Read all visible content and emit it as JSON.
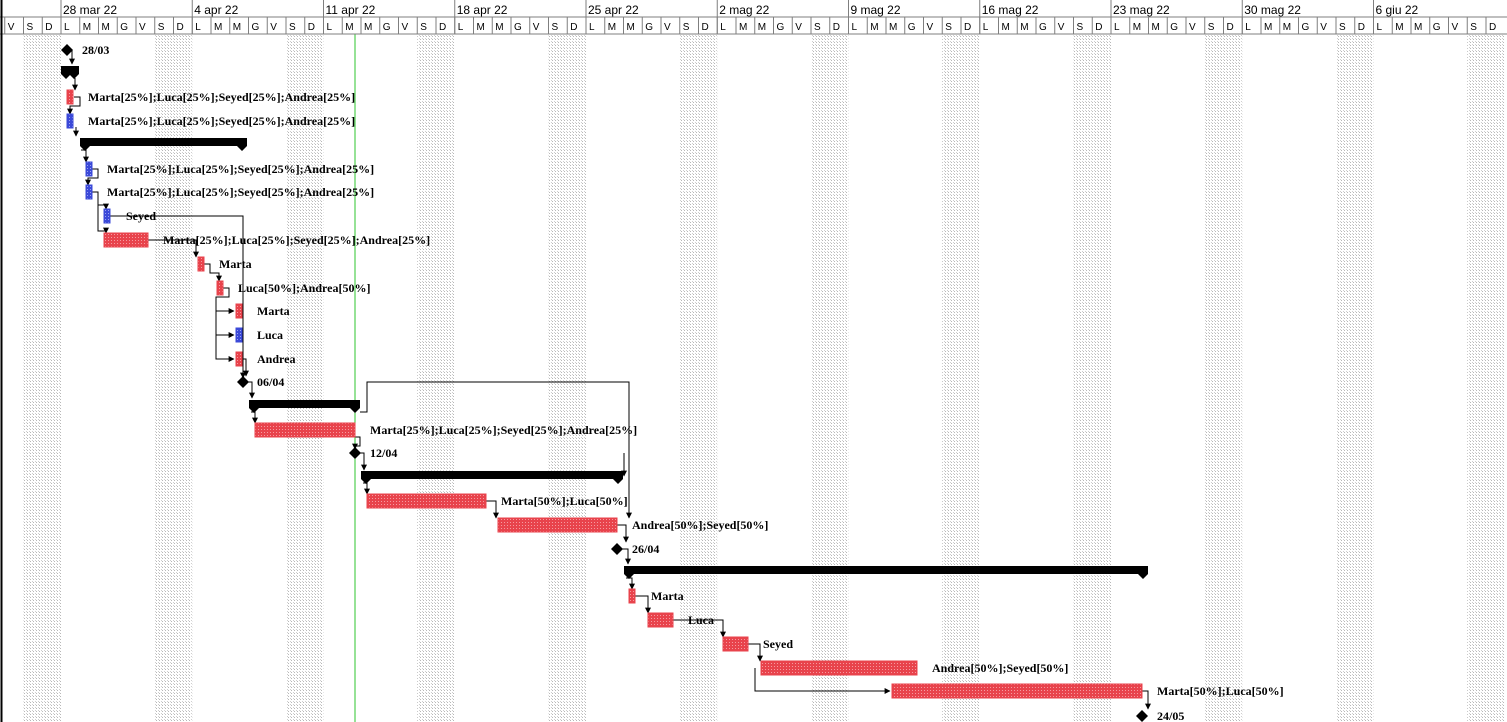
{
  "timescale": {
    "weeks": [
      "28 mar 22",
      "4 apr 22",
      "11 apr 22",
      "18 apr 22",
      "25 apr 22",
      "2 mag 22",
      "9 mag 22",
      "16 mag 22",
      "23 mag 22",
      "30 mag 22",
      "6 giu 22"
    ],
    "lead_days": [
      "V",
      "S",
      "D"
    ],
    "day_letters": [
      "L",
      "M",
      "M",
      "G",
      "V",
      "S",
      "D"
    ]
  },
  "colors": {
    "task_red": "#e8434c",
    "task_blue": "#3b49d8",
    "summary": "#000000",
    "today_line": "#2ec42e",
    "weekend_shade": "#d9d9d9"
  },
  "rows": [
    {
      "type": "milestone",
      "label": "28/03"
    },
    {
      "type": "summary",
      "label": ""
    },
    {
      "type": "task",
      "color": "red",
      "label": "Marta[25%];Luca[25%];Seyed[25%];Andrea[25%]"
    },
    {
      "type": "task",
      "color": "blue",
      "label": "Marta[25%];Luca[25%];Seyed[25%];Andrea[25%]"
    },
    {
      "type": "summary",
      "label": ""
    },
    {
      "type": "task",
      "color": "blue",
      "label": "Marta[25%];Luca[25%];Seyed[25%];Andrea[25%]"
    },
    {
      "type": "task",
      "color": "blue",
      "label": "Marta[25%];Luca[25%];Seyed[25%];Andrea[25%]"
    },
    {
      "type": "task",
      "color": "blue",
      "label": "Seyed"
    },
    {
      "type": "task",
      "color": "red",
      "label": "Marta[25%];Luca[25%];Seyed[25%];Andrea[25%]"
    },
    {
      "type": "task",
      "color": "red",
      "label": "Marta"
    },
    {
      "type": "task",
      "color": "red",
      "label": "Luca[50%];Andrea[50%]"
    },
    {
      "type": "task",
      "color": "red",
      "label": "Marta"
    },
    {
      "type": "task",
      "color": "blue",
      "label": "Luca"
    },
    {
      "type": "task",
      "color": "red",
      "label": "Andrea"
    },
    {
      "type": "milestone",
      "label": "06/04"
    },
    {
      "type": "summary",
      "label": ""
    },
    {
      "type": "task",
      "color": "red",
      "label": "Marta[25%];Luca[25%];Seyed[25%];Andrea[25%]"
    },
    {
      "type": "milestone",
      "label": "12/04"
    },
    {
      "type": "summary",
      "label": ""
    },
    {
      "type": "task",
      "color": "red",
      "label": "Marta[50%];Luca[50%]"
    },
    {
      "type": "task",
      "color": "red",
      "label": "Andrea[50%];Seyed[50%]"
    },
    {
      "type": "milestone",
      "label": "26/04"
    },
    {
      "type": "summary",
      "label": ""
    },
    {
      "type": "task",
      "color": "red",
      "label": "Marta"
    },
    {
      "type": "task",
      "color": "red",
      "label": "Luca"
    },
    {
      "type": "task",
      "color": "red",
      "label": "Seyed"
    },
    {
      "type": "task",
      "color": "red",
      "label": "Andrea[50%];Seyed[50%]"
    },
    {
      "type": "task",
      "color": "red",
      "label": "Marta[50%];Luca[50%]"
    },
    {
      "type": "milestone",
      "label": "24/05"
    }
  ]
}
